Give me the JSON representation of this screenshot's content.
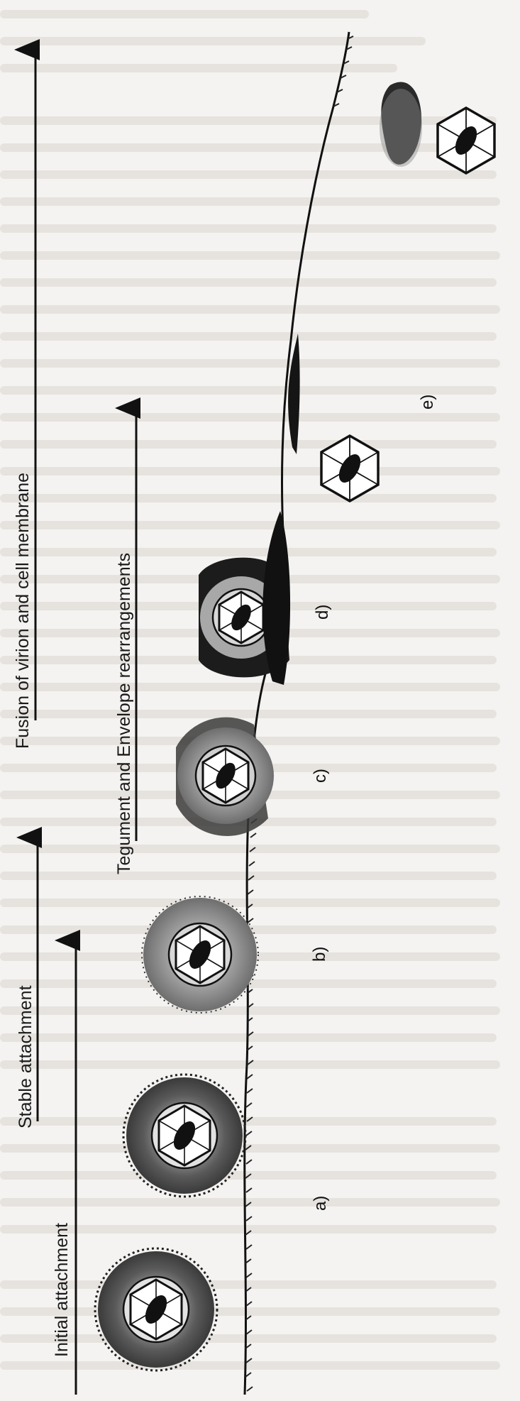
{
  "labels": {
    "initial_attachment": "Initial attachment",
    "stable_attachment": "Stable attachment",
    "tegument_envelope": "Tegument and Envelope rearrangements",
    "fusion": "Fusion of virion and cell membrane"
  },
  "stages": {
    "a": "a)",
    "b": "b)",
    "c": "c)",
    "d": "d)",
    "e": "e)"
  }
}
